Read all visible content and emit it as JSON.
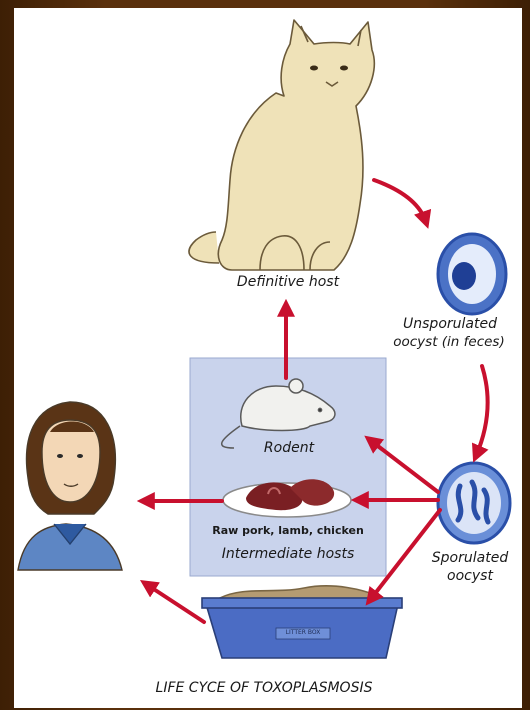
{
  "labels": {
    "definitive_host": "Definitive host",
    "unsporulated_line1": "Unsporulated",
    "unsporulated_line2": "oocyst (in feces)",
    "rodent": "Rodent",
    "raw_meat": "Raw pork, lamb, chicken",
    "intermediate_hosts": "Intermediate hosts",
    "sporulated_line1": "Sporulated",
    "sporulated_line2": "oocyst",
    "litter_box": "LITTER BOX",
    "caption": "LIFE CYCE OF TOXOPLASMOSIS"
  },
  "colors": {
    "arrow": "#c8102e",
    "intermediate_box": "#c9d3ec",
    "cat": "#efe2b8",
    "oocyst": "#2a4fa8"
  }
}
